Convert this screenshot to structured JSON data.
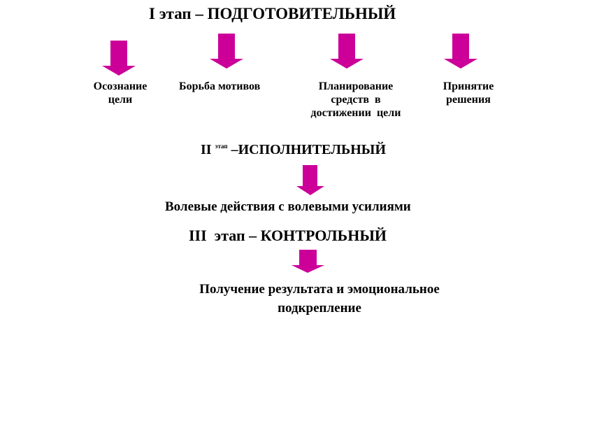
{
  "colors": {
    "arrow": "#cc0099",
    "text": "#000000"
  },
  "stage1": {
    "title": "I этап – ПОДГОТОВИТЕЛЬНЫЙ",
    "steps": [
      {
        "line1": "Осознание",
        "line2": "цели"
      },
      {
        "line1": "Борьба мотивов"
      },
      {
        "line1": "Планирование",
        "line2": "средств  в",
        "line3": "достижении  цели"
      },
      {
        "line1": "Принятие",
        "line2": "решения"
      }
    ]
  },
  "stage2": {
    "numeral": "II",
    "sup": "этап",
    "rest": "–ИСПОЛНИТЕЛЬНЫЙ",
    "result": "Волевые действия с волевыми усилиями"
  },
  "stage3": {
    "title": "III  этап – КОНТРОЛЬНЫЙ",
    "result_line1": "Получение результата и эмоциональное",
    "result_line2": "подкрепление"
  }
}
